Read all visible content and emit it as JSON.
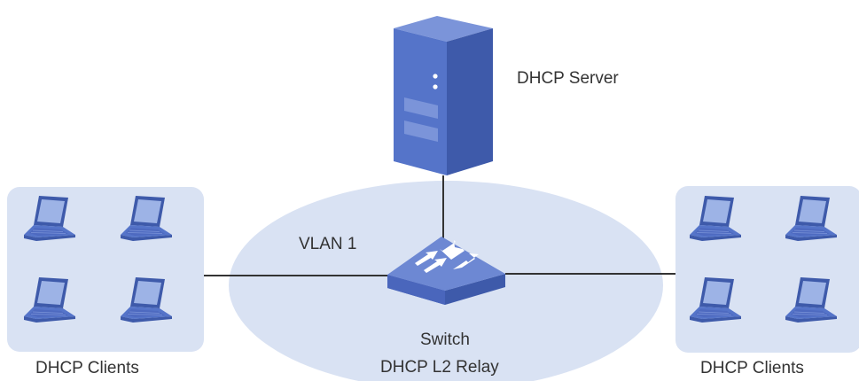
{
  "labels": {
    "server": "DHCP Server",
    "vlan": "VLAN 1",
    "switch_name": "Switch",
    "switch_role": "DHCP L2 Relay",
    "clients_left": "DHCP Clients",
    "clients_right": "DHCP Clients"
  },
  "nodes": {
    "server_icon": "server-icon",
    "switch_icon": "switch-icon",
    "client_icon": "laptop-icon"
  },
  "colors": {
    "group_fill": "#d9e2f3",
    "device_top": "#7b94d9",
    "device_front": "#5574c9",
    "device_side": "#3e5aaa",
    "screen": "#9db3e6",
    "keyboard": "#4e6ac0",
    "line": "#333333"
  }
}
